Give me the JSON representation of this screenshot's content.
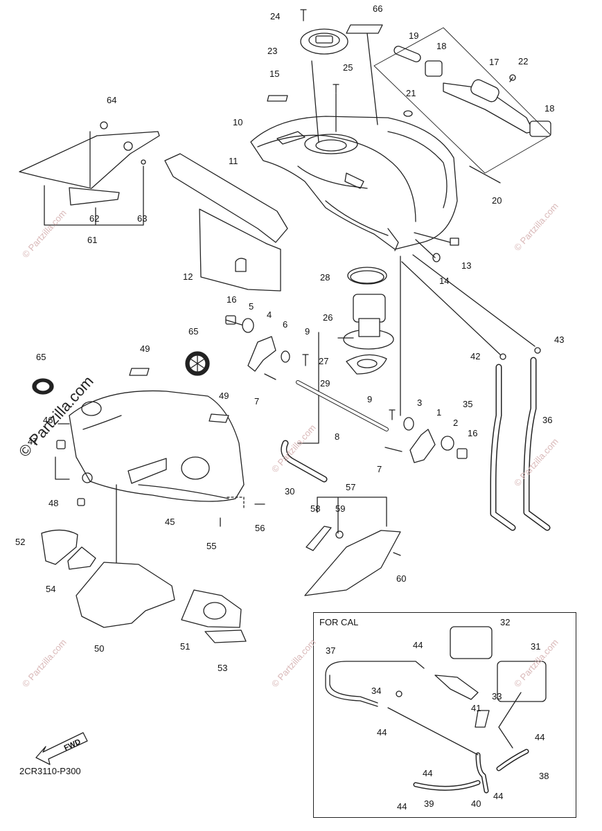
{
  "watermark": {
    "text": "© Partzilla.com",
    "main_text": "© Partzilla.com"
  },
  "cal_box": {
    "label": "FOR CAL"
  },
  "fwd_label": "FWD",
  "drawing_code": "2CR3110-P300",
  "callouts": [
    {
      "id": "c66",
      "label": "66"
    },
    {
      "id": "c24",
      "label": "24"
    },
    {
      "id": "c23",
      "label": "23"
    },
    {
      "id": "c19",
      "label": "19"
    },
    {
      "id": "c18a",
      "label": "18"
    },
    {
      "id": "c25",
      "label": "25"
    },
    {
      "id": "c17",
      "label": "17"
    },
    {
      "id": "c22",
      "label": "22"
    },
    {
      "id": "c15",
      "label": "15"
    },
    {
      "id": "c21",
      "label": "21"
    },
    {
      "id": "c18b",
      "label": "18"
    },
    {
      "id": "c64",
      "label": "64"
    },
    {
      "id": "c10",
      "label": "10"
    },
    {
      "id": "c11",
      "label": "11"
    },
    {
      "id": "c20",
      "label": "20"
    },
    {
      "id": "c62",
      "label": "62"
    },
    {
      "id": "c63",
      "label": "63"
    },
    {
      "id": "c61",
      "label": "61"
    },
    {
      "id": "c13",
      "label": "13"
    },
    {
      "id": "c12",
      "label": "12"
    },
    {
      "id": "c14",
      "label": "14"
    },
    {
      "id": "c28",
      "label": "28"
    },
    {
      "id": "c16a",
      "label": "16"
    },
    {
      "id": "c5",
      "label": "5"
    },
    {
      "id": "c4",
      "label": "4"
    },
    {
      "id": "c6",
      "label": "6"
    },
    {
      "id": "c26",
      "label": "26"
    },
    {
      "id": "c9a",
      "label": "9"
    },
    {
      "id": "c43",
      "label": "43"
    },
    {
      "id": "c65a",
      "label": "65"
    },
    {
      "id": "c49a",
      "label": "49"
    },
    {
      "id": "c42",
      "label": "42"
    },
    {
      "id": "c65b",
      "label": "65"
    },
    {
      "id": "c27",
      "label": "27"
    },
    {
      "id": "c29",
      "label": "29"
    },
    {
      "id": "c7a",
      "label": "7"
    },
    {
      "id": "c49b",
      "label": "49"
    },
    {
      "id": "c9b",
      "label": "9"
    },
    {
      "id": "c3",
      "label": "3"
    },
    {
      "id": "c35",
      "label": "35"
    },
    {
      "id": "c46",
      "label": "46"
    },
    {
      "id": "c1",
      "label": "1"
    },
    {
      "id": "c2",
      "label": "2"
    },
    {
      "id": "c36",
      "label": "36"
    },
    {
      "id": "c8",
      "label": "8"
    },
    {
      "id": "c16b",
      "label": "16"
    },
    {
      "id": "c47",
      "label": "47"
    },
    {
      "id": "c7b",
      "label": "7"
    },
    {
      "id": "c30",
      "label": "30"
    },
    {
      "id": "c57",
      "label": "57"
    },
    {
      "id": "c58",
      "label": "58"
    },
    {
      "id": "c59",
      "label": "59"
    },
    {
      "id": "c48",
      "label": "48"
    },
    {
      "id": "c45",
      "label": "45"
    },
    {
      "id": "c56",
      "label": "56"
    },
    {
      "id": "c52",
      "label": "52"
    },
    {
      "id": "c55",
      "label": "55"
    },
    {
      "id": "c60",
      "label": "60"
    },
    {
      "id": "c54",
      "label": "54"
    },
    {
      "id": "c50",
      "label": "50"
    },
    {
      "id": "c51",
      "label": "51"
    },
    {
      "id": "c53",
      "label": "53"
    },
    {
      "id": "c32",
      "label": "32"
    },
    {
      "id": "c37",
      "label": "37"
    },
    {
      "id": "c44a",
      "label": "44"
    },
    {
      "id": "c31",
      "label": "31"
    },
    {
      "id": "c34",
      "label": "34"
    },
    {
      "id": "c33",
      "label": "33"
    },
    {
      "id": "c41",
      "label": "41"
    },
    {
      "id": "c44b",
      "label": "44"
    },
    {
      "id": "c44c",
      "label": "44"
    },
    {
      "id": "c44d",
      "label": "44"
    },
    {
      "id": "c38",
      "label": "38"
    },
    {
      "id": "c44e",
      "label": "44"
    },
    {
      "id": "c44f",
      "label": "44"
    },
    {
      "id": "c39",
      "label": "39"
    },
    {
      "id": "c40",
      "label": "40"
    }
  ]
}
